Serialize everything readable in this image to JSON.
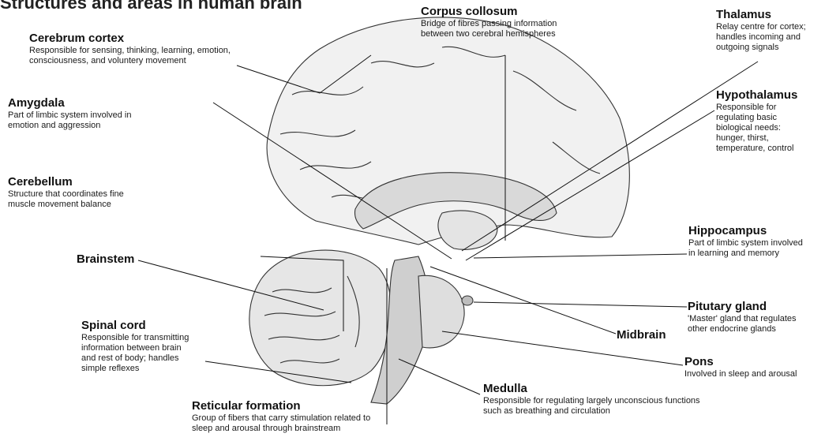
{
  "heading": "Structures and areas in human brain",
  "labels": {
    "cerebrum_cortex": {
      "title": "Cerebrum cortex",
      "desc": "Responsible for sensing, thinking, learning, emotion,\nconsciousness, and voluntery movement"
    },
    "amygdala": {
      "title": "Amygdala",
      "desc": "Part of limbic system involved in\nemotion and aggression"
    },
    "cerebellum": {
      "title": "Cerebellum",
      "desc": "Structure that coordinates fine\nmuscle movement balance"
    },
    "brainstem": {
      "title": "Brainstem"
    },
    "spinal_cord": {
      "title": "Spinal cord",
      "desc": "Responsible for transmitting\ninformation between brain\nand rest of body; handles\nsimple reflexes"
    },
    "reticular_formation": {
      "title": "Reticular formation",
      "desc": "Group of fibers that carry stimulation related to\nsleep and arousal through brainstream"
    },
    "corpus_collosum": {
      "title": "Corpus collosum",
      "desc": "Bridge of fibres passing information\nbetween two cerebral hemispheres"
    },
    "thalamus": {
      "title": "Thalamus",
      "desc": "Relay centre for cortex;\nhandles incoming and\noutgoing signals"
    },
    "hypothalamus": {
      "title": "Hypothalamus",
      "desc": "Responsible for\nregulating basic\nbiological needs:\nhunger, thirst,\ntemperature, control"
    },
    "hippocampus": {
      "title": "Hippocampus",
      "desc": "Part of limbic system involved\nin learning and memory"
    },
    "pituitary_gland": {
      "title": "Pitutary gland",
      "desc": "'Master' gland that regulates\nother endocrine glands"
    },
    "midbrain": {
      "title": "Midbrain"
    },
    "pons": {
      "title": "Pons",
      "desc": "Involved in sleep and arousal"
    },
    "medulla": {
      "title": "Medulla",
      "desc": "Responsible for regulating largely unconscious functions\nsuch as breathing and circulation"
    }
  },
  "colors": {
    "ink": "#1a1a1a",
    "fill": "#f1f1f1",
    "shade": "#d9d9d9"
  }
}
